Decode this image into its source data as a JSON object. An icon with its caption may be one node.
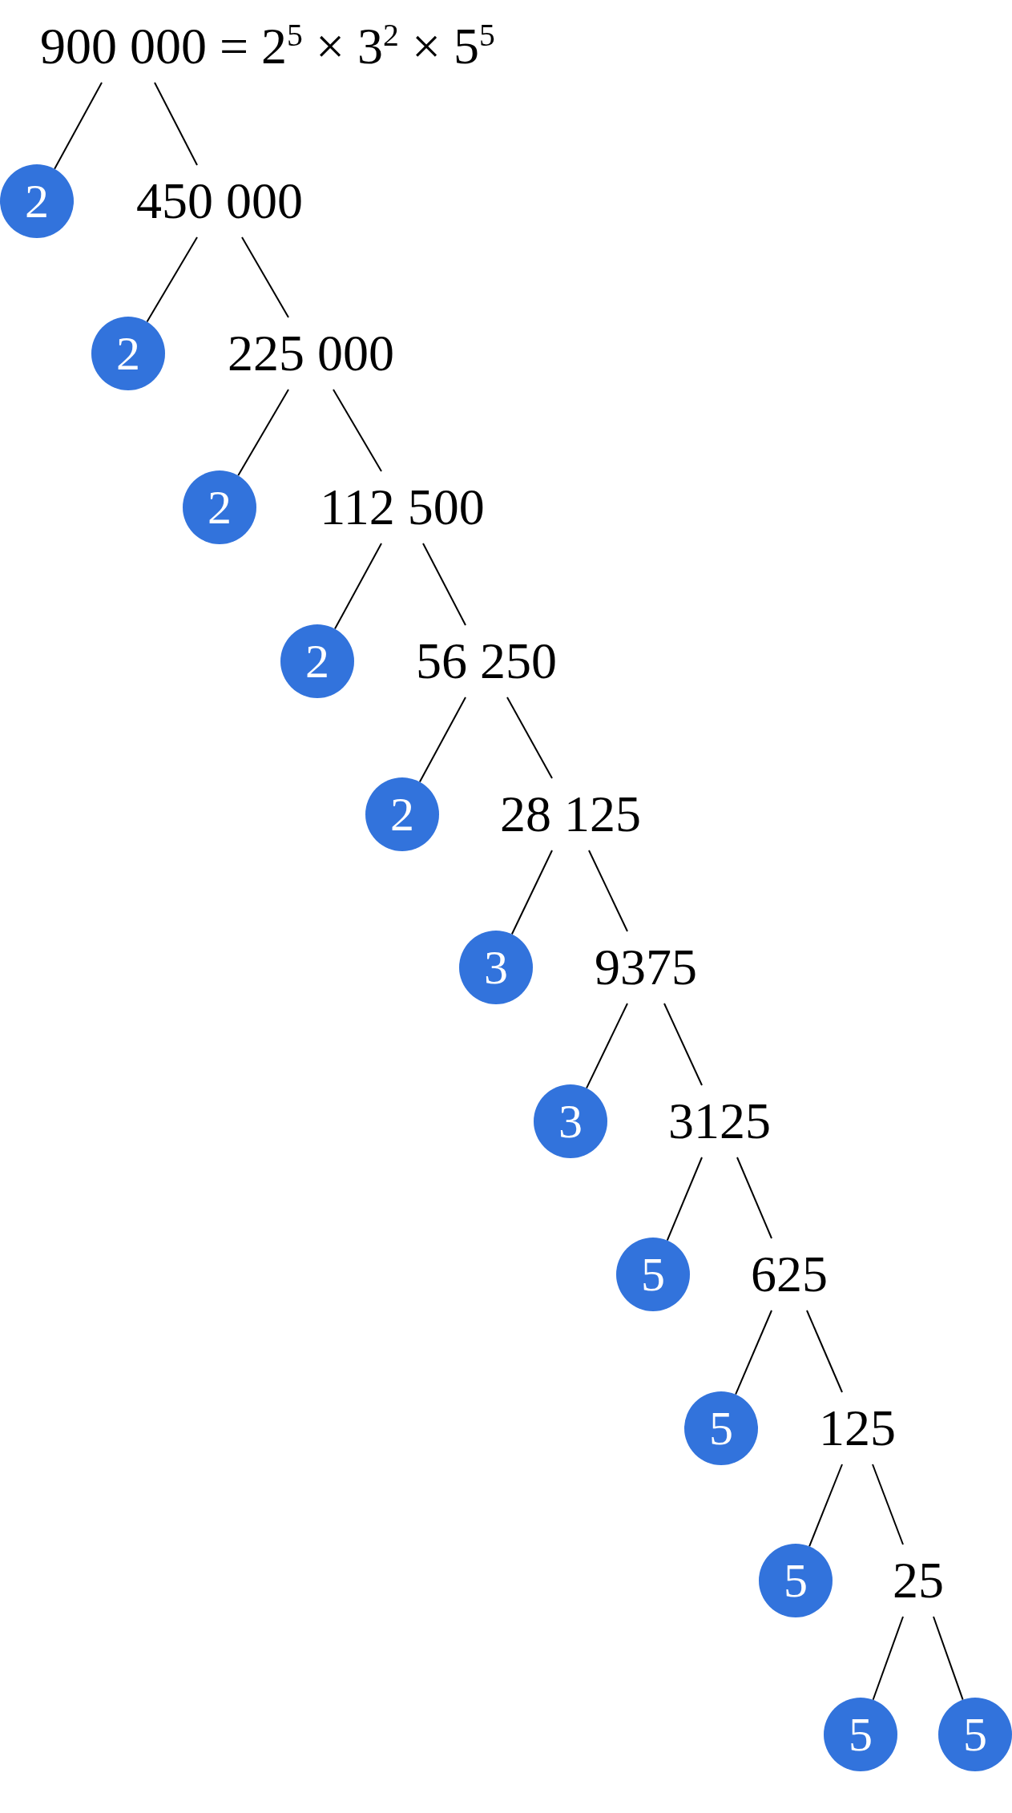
{
  "diagram": {
    "nodes": [
      {
        "text": [
          "900 000 = 2$^{5}$ × 3$^{2}$ × 5$^{5}$"
        ]
      },
      {
        "text": [
          "2"
        ]
      },
      {
        "text": [
          "450 000"
        ]
      },
      {
        "text": [
          "2"
        ]
      },
      {
        "text": [
          "225 000"
        ]
      },
      {
        "text": [
          "2"
        ]
      },
      {
        "text": [
          "112 500"
        ]
      },
      {
        "text": [
          "2"
        ]
      },
      {
        "text": [
          "56 250"
        ]
      },
      {
        "text": [
          "2"
        ]
      },
      {
        "text": [
          "28 125"
        ]
      },
      {
        "text": [
          "3"
        ]
      },
      {
        "text": [
          "9375"
        ]
      },
      {
        "text": [
          "3"
        ]
      },
      {
        "text": [
          "3125"
        ]
      },
      {
        "text": [
          "5"
        ]
      },
      {
        "text": [
          "625"
        ]
      },
      {
        "text": [
          "5"
        ]
      },
      {
        "text": [
          "125"
        ]
      },
      {
        "text": [
          "5"
        ]
      },
      {
        "text": [
          "25"
        ]
      },
      {
        "text": [
          "5"
        ]
      },
      {
        "text": [
          "5"
        ]
      }
    ],
    "edges": [
      {
        "from": 0,
        "to": 1,
        "arrow": "none"
      },
      {
        "from": 0,
        "to": 2,
        "arrow": "none"
      },
      {
        "from": 2,
        "to": 3,
        "arrow": "none"
      },
      {
        "from": 2,
        "to": 4,
        "arrow": "none"
      },
      {
        "from": 4,
        "to": 5,
        "arrow": "none"
      },
      {
        "from": 4,
        "to": 6,
        "arrow": "none"
      },
      {
        "from": 6,
        "to": 7,
        "arrow": "none"
      },
      {
        "from": 6,
        "to": 8,
        "arrow": "none"
      },
      {
        "from": 8,
        "to": 9,
        "arrow": "none"
      },
      {
        "from": 8,
        "to": 10,
        "arrow": "none"
      },
      {
        "from": 10,
        "to": 11,
        "arrow": "none"
      },
      {
        "from": 10,
        "to": 12,
        "arrow": "none"
      },
      {
        "from": 12,
        "to": 13,
        "arrow": "none"
      },
      {
        "from": 12,
        "to": 14,
        "arrow": "none"
      },
      {
        "from": 14,
        "to": 15,
        "arrow": "none"
      },
      {
        "from": 14,
        "to": 16,
        "arrow": "none"
      },
      {
        "from": 16,
        "to": 17,
        "arrow": "none"
      },
      {
        "from": 16,
        "to": 18,
        "arrow": "none"
      },
      {
        "from": 18,
        "to": 19,
        "arrow": "none"
      },
      {
        "from": 18,
        "to": 20,
        "arrow": "none"
      },
      {
        "from": 20,
        "to": 21,
        "arrow": "none"
      },
      {
        "from": 20,
        "to": 22,
        "arrow": "none"
      }
    ]
  }
}
